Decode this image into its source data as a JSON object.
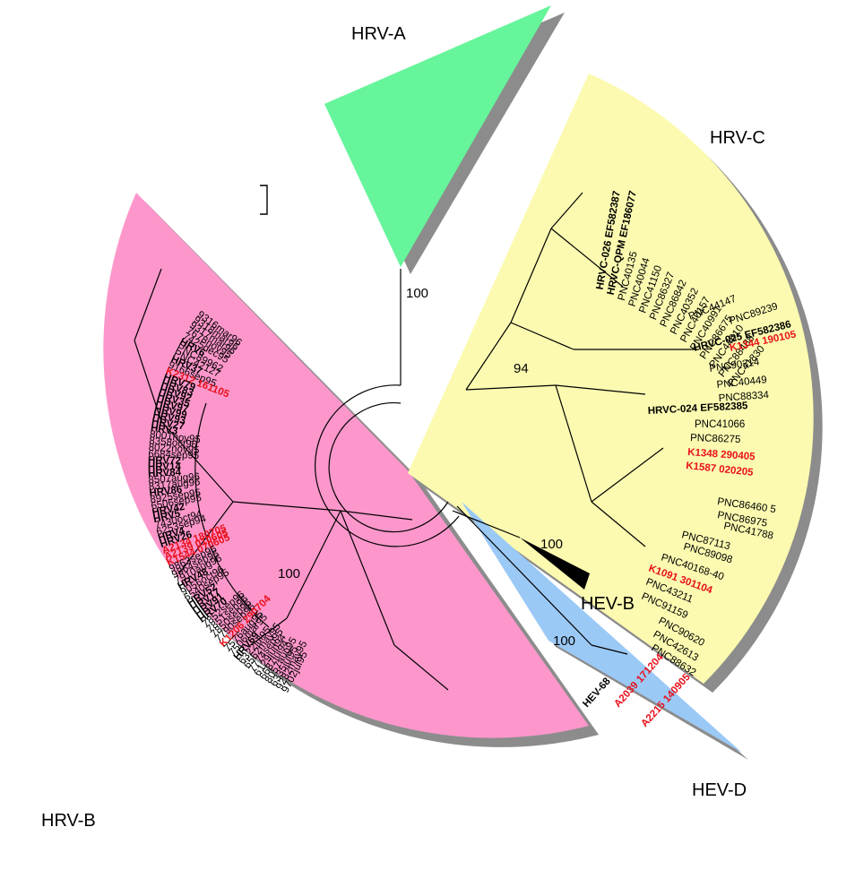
{
  "clades": {
    "hrv_a": "HRV-A",
    "hrv_b": "HRV-B",
    "hrv_c": "HRV-C",
    "hev_b": "HEV-B",
    "hev_d": "HEV-D"
  },
  "bootstrap": {
    "root_a": "100",
    "hrv_c": "94",
    "hrv_b": "100",
    "hev_b": "100",
    "hev_d": "100"
  },
  "colors": {
    "hrv_a": "#66f59a",
    "hrv_b": "#fd97cb",
    "hrv_c": "#fbfab0",
    "hev_d": "#9bc9f6",
    "shadow": "#8c8c8c",
    "red_label": "#e8101a"
  },
  "hrv_c_leaves": [
    {
      "text": "HRVC-026 EF582387",
      "style": "bold"
    },
    {
      "text": "HRVC-QPM EF186077",
      "style": "bold"
    },
    {
      "text": "PNC40135",
      "style": "normal"
    },
    {
      "text": "PNC40044",
      "style": "normal"
    },
    {
      "text": "PNC41150",
      "style": "normal"
    },
    {
      "text": "PNC86327",
      "style": "normal"
    },
    {
      "text": "PNC86842",
      "style": "normal"
    },
    {
      "text": "PNC40352",
      "style": "normal"
    },
    {
      "text": "PNC40157",
      "style": "normal"
    },
    {
      "text": "PNC40991",
      "style": "normal"
    },
    {
      "text": "PNC86675",
      "style": "normal"
    },
    {
      "text": "PNC44610",
      "style": "normal"
    },
    {
      "text": "PNC88488",
      "style": "normal"
    },
    {
      "text": "PNC41830",
      "style": "normal"
    }
  ],
  "hrv_c_right": [
    {
      "text": "PNC44147",
      "style": "normal"
    },
    {
      "text": "PNC89239",
      "style": "normal"
    },
    {
      "text": "HRVC-025 EF582386",
      "style": "bold"
    },
    {
      "text": "K1344 190105",
      "style": "red"
    },
    {
      "text": "PNC90314",
      "style": "normal"
    },
    {
      "text": "PNC40449",
      "style": "normal"
    },
    {
      "text": "PNC88334",
      "style": "normal"
    },
    {
      "text": "HRVC-024 EF582385",
      "style": "bold"
    },
    {
      "text": "PNC41066",
      "style": "normal"
    },
    {
      "text": "PNC86275",
      "style": "normal"
    },
    {
      "text": "K1348 290405",
      "style": "red"
    },
    {
      "text": "K1587 020205",
      "style": "red"
    },
    {
      "text": "PNC86460 5",
      "style": "normal"
    },
    {
      "text": "PNC86975",
      "style": "normal"
    },
    {
      "text": "PNC41788",
      "style": "normal"
    },
    {
      "text": "PNC87113",
      "style": "normal"
    },
    {
      "text": "PNC89098",
      "style": "normal"
    },
    {
      "text": "PNC40168-40",
      "style": "normal"
    },
    {
      "text": "K1091 301104",
      "style": "red"
    },
    {
      "text": "PNC43211",
      "style": "normal"
    },
    {
      "text": "PNC91159",
      "style": "normal"
    },
    {
      "text": "PNC90620",
      "style": "normal"
    },
    {
      "text": "PNC42613",
      "style": "normal"
    },
    {
      "text": "PNC88632",
      "style": "normal"
    }
  ],
  "hrv_b_leaves": [
    {
      "text": "9316mar96",
      "style": "normal"
    },
    {
      "text": "9318mar96",
      "style": "normal"
    },
    {
      "text": "9317mar96",
      "style": "normal"
    },
    {
      "text": "7678nov95",
      "style": "normal"
    },
    {
      "text": "7425dec95",
      "style": "normal"
    },
    {
      "text": "HRV6",
      "style": "bold"
    },
    {
      "text": "PNC89962",
      "style": "normal"
    },
    {
      "text": "PNC42127",
      "style": "normal"
    },
    {
      "text": "HRV37",
      "style": "bold"
    },
    {
      "text": "9166sep95",
      "style": "normal"
    },
    {
      "text": "K2312 161105",
      "style": "red"
    },
    {
      "text": "HRV79",
      "style": "bold"
    },
    {
      "text": "HRV83",
      "style": "bold"
    },
    {
      "text": "HRV92",
      "style": "bold"
    },
    {
      "text": "HRV35",
      "style": "bold"
    },
    {
      "text": "HRV97",
      "style": "bold"
    },
    {
      "text": "HRV99",
      "style": "bold"
    },
    {
      "text": "HRV93",
      "style": "bold"
    },
    {
      "text": "HRV27",
      "style": "bold"
    },
    {
      "text": "HRV3",
      "style": "bold"
    },
    {
      "text": "8001nov95",
      "style": "normal"
    },
    {
      "text": "8358oct96",
      "style": "normal"
    },
    {
      "text": "8022nov95",
      "style": "normal"
    },
    {
      "text": "6684sep95",
      "style": "normal"
    },
    {
      "text": "HRV72",
      "style": "bold"
    },
    {
      "text": "HRV14",
      "style": "bold"
    },
    {
      "text": "HRV84",
      "style": "bold"
    },
    {
      "text": "8507aug96",
      "style": "normal"
    },
    {
      "text": "8317aug96",
      "style": "normal"
    },
    {
      "text": "HRV86",
      "style": "bold"
    },
    {
      "text": "8925sep95",
      "style": "normal"
    },
    {
      "text": "6506sep95",
      "style": "normal"
    },
    {
      "text": "HRV42",
      "style": "bold"
    },
    {
      "text": "HRV5",
      "style": "bold"
    },
    {
      "text": "7430oct94",
      "style": "normal"
    },
    {
      "text": "6253sep94",
      "style": "normal"
    },
    {
      "text": "HRV4",
      "style": "bold"
    },
    {
      "text": "HRV26",
      "style": "bold"
    },
    {
      "text": "A2134 180705",
      "style": "red"
    },
    {
      "text": "A2139 010605",
      "style": "red"
    },
    {
      "text": "K1544 070605",
      "style": "red"
    },
    {
      "text": "9863sep96",
      "style": "normal"
    },
    {
      "text": "9864sep96",
      "style": "normal"
    },
    {
      "text": "7910aug96",
      "style": "normal"
    },
    {
      "text": "HRV48",
      "style": "bold"
    },
    {
      "text": "9056oct96",
      "style": "normal"
    },
    {
      "text": "6540sep95",
      "style": "normal"
    },
    {
      "text": "HRV52",
      "style": "bold"
    },
    {
      "text": "HRV17",
      "style": "bold"
    },
    {
      "text": "HRV91",
      "style": "bold"
    },
    {
      "text": "HRV70",
      "style": "bold"
    },
    {
      "text": "7852sep96",
      "style": "normal"
    },
    {
      "text": "7851sep96",
      "style": "normal"
    },
    {
      "text": "7850sep96",
      "style": "normal"
    },
    {
      "text": "7790sep96",
      "style": "normal"
    },
    {
      "text": "K1206 290704",
      "style": "red"
    },
    {
      "text": "7576aug95",
      "style": "normal"
    },
    {
      "text": "7506mar95",
      "style": "normal"
    },
    {
      "text": "HRV69",
      "style": "bold"
    },
    {
      "text": "6322jul95",
      "style": "normal"
    },
    {
      "text": "6562may95",
      "style": "normal"
    },
    {
      "text": "7774sep95",
      "style": "normal"
    },
    {
      "text": "6129jun94",
      "style": "normal"
    },
    {
      "text": "6687jul94",
      "style": "normal"
    },
    {
      "text": "8057aug95",
      "style": "normal"
    },
    {
      "text": "6335jul95",
      "style": "normal"
    },
    {
      "text": "9282may95",
      "style": "normal"
    },
    {
      "text": "9702jul95",
      "style": "normal"
    }
  ],
  "hev_d_leaves": [
    {
      "text": "HEV-68",
      "style": "bold"
    },
    {
      "text": "A2039 171204",
      "style": "red"
    },
    {
      "text": "A2215 140905",
      "style": "red"
    }
  ]
}
